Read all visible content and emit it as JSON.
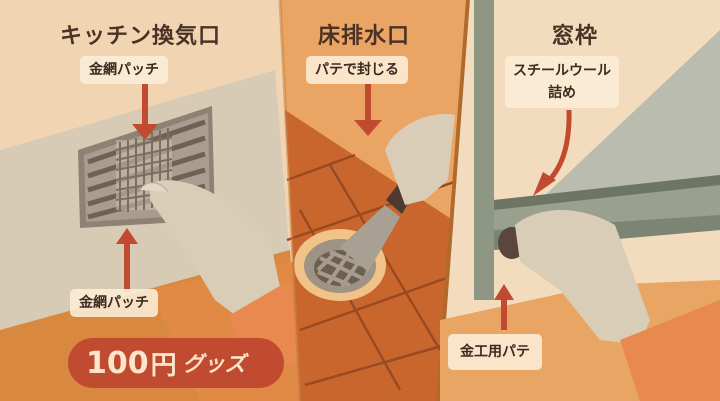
{
  "panels": [
    {
      "id": "kitchen-vent",
      "title": "キッチン換気口",
      "labels": [
        "金網パッチ",
        "金網パッチ"
      ]
    },
    {
      "id": "floor-drain",
      "title": "床排水口",
      "labels": [
        "パテで封じる"
      ]
    },
    {
      "id": "window-frame",
      "title": "窓枠",
      "labels": [
        "スチールウール\n詰め",
        "金工用パテ"
      ],
      "label_lines": [
        "スチールウール",
        "詰め"
      ]
    }
  ],
  "badge": {
    "number": "100",
    "yen": "円",
    "text": "グッズ"
  },
  "colors": {
    "background_cream": "#f3d9b8",
    "orange_panel": "#e9a05e",
    "tile_orange": "#c8662d",
    "arrow_red": "#c14b30",
    "title_brown": "#4a3226",
    "glove_beige": "#d9cdb8",
    "sleeve_orange": "#e8894f",
    "window_green_gray": "#8e9783"
  }
}
